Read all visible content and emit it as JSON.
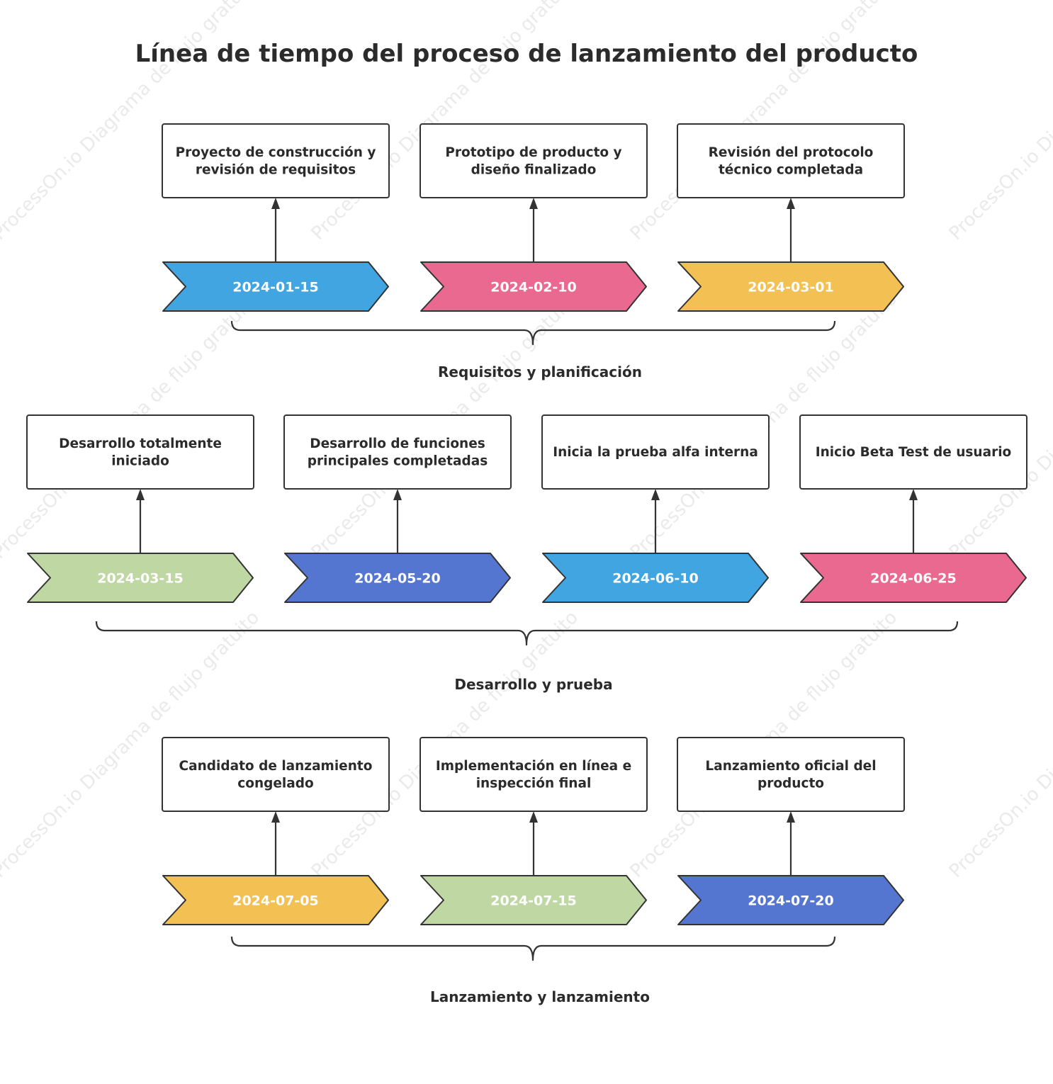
{
  "title": "Línea de tiempo del proceso de lanzamiento del producto",
  "watermark": "ProcessOn.io Diagrama de flujo gratuito",
  "groups": [
    {
      "label": "Requisitos y planificación",
      "milestones": [
        {
          "date": "2024-01-15",
          "lines": [
            "Proyecto de construcción y",
            "revisión de requisitos"
          ],
          "color": "#41A5E1"
        },
        {
          "date": "2024-02-10",
          "lines": [
            "Prototipo de producto y",
            "diseño finalizado"
          ],
          "color": "#E96991"
        },
        {
          "date": "2024-03-01",
          "lines": [
            "Revisión del protocolo",
            "técnico completada"
          ],
          "color": "#F2C053"
        }
      ]
    },
    {
      "label": "Desarrollo y prueba",
      "milestones": [
        {
          "date": "2024-03-15",
          "lines": [
            "Desarrollo totalmente",
            "iniciado"
          ],
          "color": "#BFD8A3"
        },
        {
          "date": "2024-05-20",
          "lines": [
            "Desarrollo de funciones",
            "principales completadas"
          ],
          "color": "#5476D0"
        },
        {
          "date": "2024-06-10",
          "lines": [
            "Inicia la prueba alfa interna"
          ],
          "color": "#41A5E1"
        },
        {
          "date": "2024-06-25",
          "lines": [
            "Inicio Beta Test de usuario"
          ],
          "color": "#E96991"
        }
      ]
    },
    {
      "label": "Lanzamiento y lanzamiento",
      "milestones": [
        {
          "date": "2024-07-05",
          "lines": [
            "Candidato de lanzamiento",
            "congelado"
          ],
          "color": "#F2C053"
        },
        {
          "date": "2024-07-15",
          "lines": [
            "Implementación en línea e",
            "inspección final"
          ],
          "color": "#BFD8A3"
        },
        {
          "date": "2024-07-20",
          "lines": [
            "Lanzamiento oficial del",
            "producto"
          ],
          "color": "#5476D0"
        }
      ]
    }
  ]
}
